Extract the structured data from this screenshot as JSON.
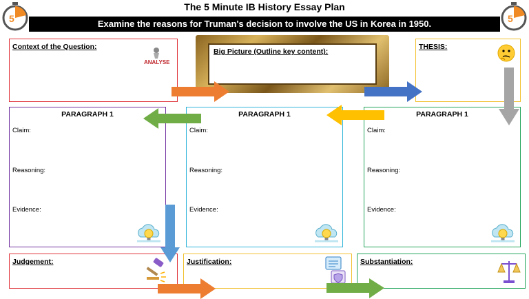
{
  "header": {
    "title": "The 5 Minute IB History Essay Plan",
    "question": "Examine the reasons for Truman's decision to involve the US in Korea in 1950.",
    "timer_label": "5"
  },
  "top_row": {
    "context_label": "Context of the Question:",
    "analyse_tag": "ANALYSE",
    "big_picture_label": "Big Picture (Outline key content):",
    "thesis_label": "THESIS:"
  },
  "paragraphs": [
    {
      "heading": "PARAGRAPH 1",
      "claim": "Claim:",
      "reasoning": "Reasoning:",
      "evidence": "Evidence:"
    },
    {
      "heading": "PARAGRAPH 1",
      "claim": "Claim:",
      "reasoning": "Reasoning:",
      "evidence": "Evidence:"
    },
    {
      "heading": "PARAGRAPH 1",
      "claim": "Claim:",
      "reasoning": "Reasoning:",
      "evidence": "Evidence:"
    }
  ],
  "bottom_row": {
    "judgement_label": "Judgement:",
    "justification_label": "Justification:",
    "substantiation_label": "Substantiation:"
  },
  "colors": {
    "orange": "#ed7d31",
    "blue": "#4472c4",
    "green": "#70ad47",
    "yellow": "#ffc000",
    "grey": "#a5a5a5",
    "lightblue": "#5b9bd5"
  },
  "icons": [
    "stopwatch-icon",
    "analyse-icon",
    "thinking-face-icon",
    "idea-cloud-icon",
    "gavel-icon",
    "document-shield-icon",
    "scales-icon"
  ]
}
